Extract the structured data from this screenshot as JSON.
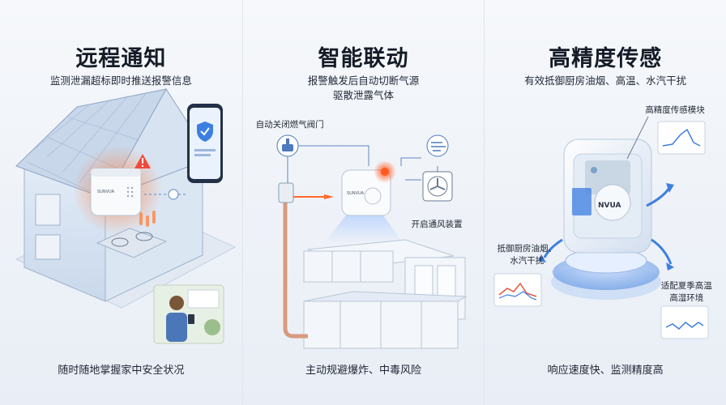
{
  "panels": [
    {
      "title": "远程通知",
      "subtitle": "监测泄漏超标即时推送报警信息",
      "footer": "随时随地掌握家中安全状况",
      "device_brand": "SUNVUA",
      "icons": [
        "house-illustration",
        "smartphone-icon",
        "shield-check-icon",
        "warning-icon",
        "gas-stove-icon",
        "person-with-phone-icon"
      ]
    },
    {
      "title": "智能联动",
      "subtitle_lines": [
        "报警触发后自动切断气源",
        "驱散泄露气体"
      ],
      "label_valve": "自动关闭燃气阀门",
      "label_fan": "开启通风装置",
      "footer": "主动规避爆炸、中毒风险",
      "device_brand": "SUNVUA",
      "icons": [
        "valve-icon",
        "wind-icon",
        "fan-icon",
        "alarm-burst-icon",
        "kitchen-illustration"
      ]
    },
    {
      "title": "高精度传感",
      "subtitle": "有效抵御厨房油烟、高温、水汽干扰",
      "label_sensor": "高精度传感模块",
      "label_resist_lines": [
        "抵御厨房油烟、",
        "水汽干扰"
      ],
      "label_adapt_lines": [
        "适配夏季高温",
        "高湿环境"
      ],
      "footer": "响应速度快、监测精度高",
      "device_brand": "NVUA",
      "icons": [
        "sensor-module-icon",
        "line-chart-icon",
        "pedestal-icon"
      ]
    }
  ],
  "colors": {
    "accent_blue": "#3d7fe0",
    "alert_orange": "#ff6a2b",
    "warning_red": "#ef4b3c"
  }
}
